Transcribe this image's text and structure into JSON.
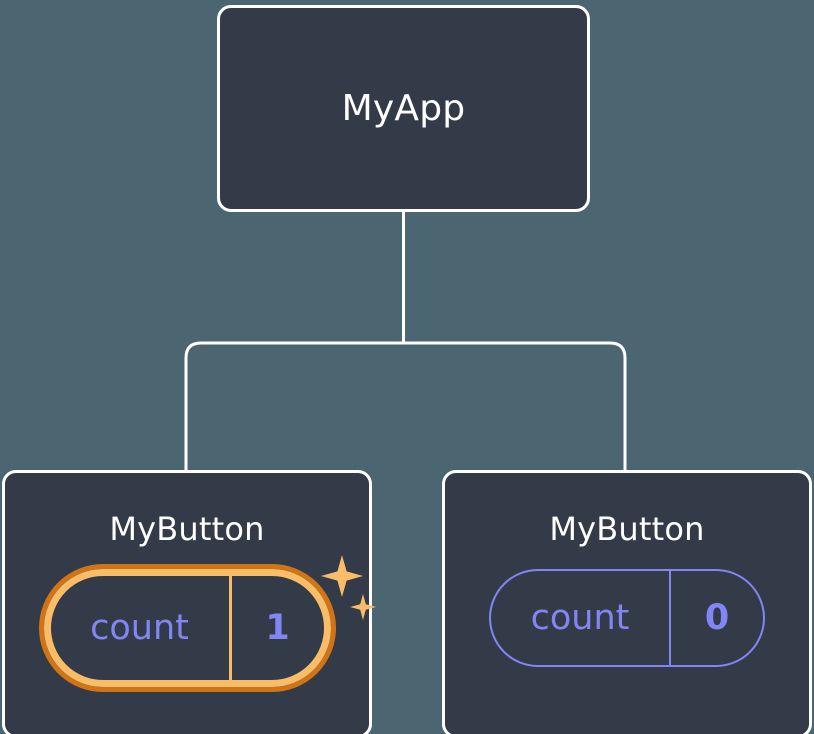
{
  "diagram": {
    "type": "component-tree",
    "background_color": "#4b6670",
    "node_fill_color": "#343b48",
    "node_border_color": "#ffffff",
    "connector_color": "#ffffff",
    "state_color": "#8286f5",
    "highlight_inner_color": "#f9bc68",
    "highlight_outer_color": "#cf7518",
    "root": {
      "title": "MyApp"
    },
    "children": [
      {
        "title": "MyButton",
        "state_key": "count",
        "state_value": "1",
        "highlighted": true,
        "sparkles": [
          "sparkle-large",
          "sparkle-small"
        ]
      },
      {
        "title": "MyButton",
        "state_key": "count",
        "state_value": "0",
        "highlighted": false,
        "sparkles": []
      }
    ]
  }
}
